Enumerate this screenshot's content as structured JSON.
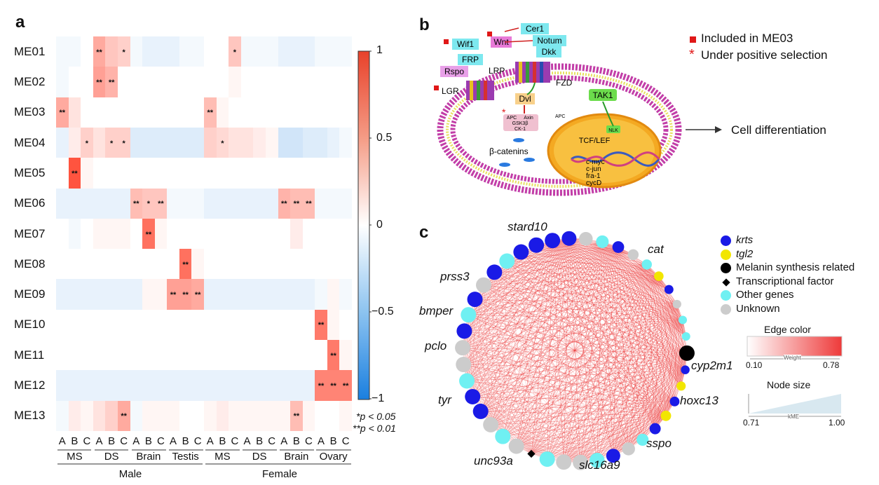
{
  "panel_labels": {
    "a": "a",
    "b": "b",
    "c": "c"
  },
  "heatmap": {
    "rows": [
      "ME01",
      "ME02",
      "ME03",
      "ME04",
      "ME05",
      "ME06",
      "ME07",
      "ME08",
      "ME09",
      "ME10",
      "ME11",
      "ME12",
      "ME13"
    ],
    "column_letters": [
      "A",
      "B",
      "C",
      "A",
      "B",
      "C",
      "A",
      "B",
      "C",
      "A",
      "B",
      "C",
      "A",
      "B",
      "C",
      "A",
      "B",
      "C",
      "A",
      "B",
      "C",
      "A",
      "B",
      "C"
    ],
    "groups": [
      "MS",
      "DS",
      "Brain",
      "Testis",
      "MS",
      "DS",
      "Brain",
      "Ovary"
    ],
    "sexes": [
      "Male",
      "Female"
    ],
    "colorbar_ticks": [
      "1",
      "0.5",
      "0",
      "−0.5",
      "−1"
    ],
    "footnote1": "*p < 0.05",
    "footnote2": "**p < 0.01",
    "values": [
      [
        -0.05,
        -0.05,
        0.0,
        0.45,
        0.3,
        0.25,
        -0.05,
        -0.1,
        -0.1,
        -0.1,
        -0.05,
        -0.05,
        0.0,
        0.0,
        0.3,
        -0.05,
        -0.05,
        -0.05,
        -0.1,
        -0.1,
        -0.1,
        -0.05,
        -0.05,
        -0.05
      ],
      [
        -0.05,
        0.0,
        0.0,
        0.5,
        0.4,
        0.0,
        0.0,
        0.0,
        0.0,
        0.0,
        0.0,
        0.0,
        0.0,
        0.0,
        0.05,
        0.0,
        0.0,
        0.0,
        0.0,
        0.0,
        0.0,
        0.0,
        0.0,
        0.0
      ],
      [
        0.45,
        0.15,
        0.0,
        0.0,
        0.0,
        0.0,
        0.0,
        0.0,
        0.0,
        0.0,
        0.0,
        0.0,
        0.35,
        0.05,
        0.0,
        0.0,
        0.0,
        0.0,
        0.0,
        0.0,
        0.0,
        0.0,
        0.0,
        0.0
      ],
      [
        -0.1,
        0.1,
        0.25,
        0.15,
        0.25,
        0.25,
        -0.15,
        -0.15,
        -0.15,
        -0.15,
        -0.15,
        -0.15,
        0.25,
        0.2,
        0.15,
        0.15,
        0.1,
        0.05,
        -0.2,
        -0.2,
        -0.15,
        -0.15,
        -0.1,
        -0.05
      ],
      [
        0.0,
        0.9,
        0.05,
        0.0,
        0.0,
        0.0,
        0.0,
        0.0,
        0.0,
        0.0,
        0.0,
        0.0,
        0.0,
        0.0,
        0.0,
        0.0,
        0.0,
        0.0,
        0.0,
        0.0,
        0.0,
        0.0,
        0.0,
        0.0
      ],
      [
        -0.1,
        -0.1,
        -0.1,
        -0.1,
        -0.1,
        -0.1,
        0.35,
        0.3,
        0.3,
        -0.05,
        -0.05,
        -0.05,
        -0.1,
        -0.1,
        -0.1,
        -0.1,
        -0.1,
        -0.1,
        0.4,
        0.35,
        0.35,
        -0.05,
        -0.05,
        -0.05
      ],
      [
        0.0,
        -0.05,
        0.0,
        0.05,
        0.05,
        0.05,
        0.0,
        0.75,
        0.05,
        0.0,
        0.0,
        0.0,
        0.0,
        0.0,
        0.0,
        0.0,
        0.0,
        0.0,
        0.0,
        0.1,
        0.0,
        0.0,
        0.0,
        0.0
      ],
      [
        0.0,
        0.0,
        0.0,
        0.0,
        0.0,
        0.0,
        0.0,
        0.0,
        0.0,
        0.0,
        0.75,
        0.05,
        0.0,
        0.0,
        0.0,
        0.0,
        0.0,
        0.0,
        0.0,
        0.0,
        0.0,
        0.0,
        0.0,
        0.0
      ],
      [
        -0.1,
        -0.1,
        -0.1,
        -0.1,
        -0.1,
        -0.1,
        -0.1,
        0.05,
        0.05,
        0.5,
        0.5,
        0.45,
        -0.1,
        -0.1,
        -0.1,
        -0.1,
        -0.1,
        -0.1,
        -0.1,
        -0.1,
        -0.1,
        -0.05,
        0.05,
        -0.05
      ],
      [
        0.0,
        0.0,
        0.0,
        0.0,
        0.0,
        0.0,
        0.0,
        0.0,
        0.0,
        0.0,
        0.0,
        0.0,
        0.0,
        0.0,
        0.0,
        0.0,
        0.0,
        0.0,
        0.0,
        0.0,
        0.0,
        0.7,
        0.05,
        0.0
      ],
      [
        0.0,
        0.0,
        0.0,
        0.0,
        0.0,
        0.0,
        0.0,
        0.0,
        0.0,
        0.0,
        0.0,
        0.0,
        0.0,
        0.0,
        0.0,
        0.0,
        0.0,
        0.0,
        0.0,
        0.0,
        0.0,
        0.0,
        0.7,
        0.05
      ],
      [
        -0.1,
        -0.1,
        -0.1,
        -0.1,
        -0.1,
        -0.1,
        -0.1,
        -0.1,
        -0.1,
        -0.1,
        -0.1,
        -0.1,
        -0.1,
        -0.1,
        -0.1,
        -0.1,
        -0.1,
        -0.1,
        -0.1,
        -0.1,
        -0.1,
        0.65,
        0.65,
        0.65
      ],
      [
        -0.05,
        0.1,
        0.05,
        0.15,
        0.25,
        0.45,
        -0.05,
        0.05,
        0.05,
        0.05,
        0.0,
        0.0,
        0.05,
        0.1,
        0.05,
        0.05,
        0.05,
        0.05,
        0.05,
        0.35,
        0.05,
        0.0,
        0.0,
        0.05
      ]
    ],
    "stars": [
      [
        "",
        "",
        "",
        "**",
        "",
        "*",
        "",
        "",
        "",
        "",
        "",
        "",
        "",
        "",
        "*",
        "",
        "",
        "",
        "",
        "",
        "",
        "",
        "",
        ""
      ],
      [
        "",
        "",
        "",
        "**",
        "**",
        "",
        "",
        "",
        "",
        "",
        "",
        "",
        "",
        "",
        "",
        "",
        "",
        "",
        "",
        "",
        "",
        "",
        "",
        ""
      ],
      [
        "**",
        "",
        "",
        "",
        "",
        "",
        "",
        "",
        "",
        "",
        "",
        "",
        "**",
        "",
        "",
        "",
        "",
        "",
        "",
        "",
        "",
        "",
        "",
        ""
      ],
      [
        "",
        "",
        "*",
        "",
        "*",
        "*",
        "",
        "",
        "",
        "",
        "",
        "",
        "",
        "*",
        "",
        "",
        "",
        "",
        "",
        "",
        "",
        "",
        "",
        ""
      ],
      [
        "",
        "**",
        "",
        "",
        "",
        "",
        "",
        "",
        "",
        "",
        "",
        "",
        "",
        "",
        "",
        "",
        "",
        "",
        "",
        "",
        "",
        "",
        "",
        ""
      ],
      [
        "",
        "",
        "",
        "",
        "",
        "",
        "**",
        "*",
        "**",
        "",
        "",
        "",
        "",
        "",
        "",
        "",
        "",
        "",
        "**",
        "**",
        "**",
        "",
        "",
        ""
      ],
      [
        "",
        "",
        "",
        "",
        "",
        "",
        "",
        "**",
        "",
        "",
        "",
        "",
        "",
        "",
        "",
        "",
        "",
        "",
        "",
        "",
        "",
        "",
        "",
        ""
      ],
      [
        "",
        "",
        "",
        "",
        "",
        "",
        "",
        "",
        "",
        "",
        "**",
        "",
        "",
        "",
        "",
        "",
        "",
        "",
        "",
        "",
        "",
        "",
        "",
        ""
      ],
      [
        "",
        "",
        "",
        "",
        "",
        "",
        "",
        "",
        "",
        "**",
        "**",
        "**",
        "",
        "",
        "",
        "",
        "",
        "",
        "",
        "",
        "",
        "",
        "",
        ""
      ],
      [
        "",
        "",
        "",
        "",
        "",
        "",
        "",
        "",
        "",
        "",
        "",
        "",
        "",
        "",
        "",
        "",
        "",
        "",
        "",
        "",
        "",
        "**",
        "",
        ""
      ],
      [
        "",
        "",
        "",
        "",
        "",
        "",
        "",
        "",
        "",
        "",
        "",
        "",
        "",
        "",
        "",
        "",
        "",
        "",
        "",
        "",
        "",
        "",
        "**",
        ""
      ],
      [
        "",
        "",
        "",
        "",
        "",
        "",
        "",
        "",
        "",
        "",
        "",
        "",
        "",
        "",
        "",
        "",
        "",
        "",
        "",
        "",
        "",
        "**",
        "**",
        "**"
      ],
      [
        "",
        "",
        "",
        "",
        "",
        "**",
        "",
        "",
        "",
        "",
        "",
        "",
        "",
        "",
        "",
        "",
        "",
        "",
        "",
        "**",
        "",
        "",
        "",
        ""
      ]
    ]
  },
  "pathway": {
    "legend_square": "Included in ME03",
    "legend_star": "Under positive selection",
    "labels": {
      "cer1": "Cer1",
      "notum": "Notum",
      "dkk": "Dkk",
      "wif1": "Wif1",
      "wnt": "Wnt",
      "frp": "FRP",
      "lrp": "LRP",
      "rspo": "Rspo",
      "lgr": "LGR",
      "fzd": "FZD",
      "dvl": "Dvl",
      "tak1": "TAK1",
      "apc": "APC",
      "axin": "Axin",
      "gsk": "GSK3β",
      "ck1": "CK-1",
      "apc2": "APC",
      "nlk": "NLK",
      "tcf": "TCF/LEF",
      "bcat": "β-catenins",
      "cmyc": "c-myc",
      "cjun": "c-jun",
      "fra1": "fra-1",
      "cycd": "cycD"
    },
    "cell_diff": "Cell differentiation"
  },
  "network": {
    "legend": [
      {
        "label": "krts",
        "color": "#1a1ae6"
      },
      {
        "label": "tgl2",
        "color": "#f2e600"
      },
      {
        "label": "Melanin synthesis related",
        "color": "#000000"
      },
      {
        "label": "Transcriptional factor",
        "color": "#000000"
      },
      {
        "label": "Other genes",
        "color": "#6ff0f2"
      },
      {
        "label": "Unknown",
        "color": "#cccccc"
      }
    ],
    "edge_color_title": "Edge color",
    "edge_weight": "Weight",
    "edge_min": "0.10",
    "edge_max": "0.78",
    "node_size_title": "Node size",
    "node_kme": "kME",
    "node_min": "0.71",
    "node_max": "1.00",
    "gene_labels": [
      "stard10",
      "cat",
      "prss3",
      "bmper",
      "pclo",
      "tyr",
      "unc93a",
      "slc16a9",
      "sspo",
      "hoxc13",
      "cyp2m1"
    ]
  }
}
